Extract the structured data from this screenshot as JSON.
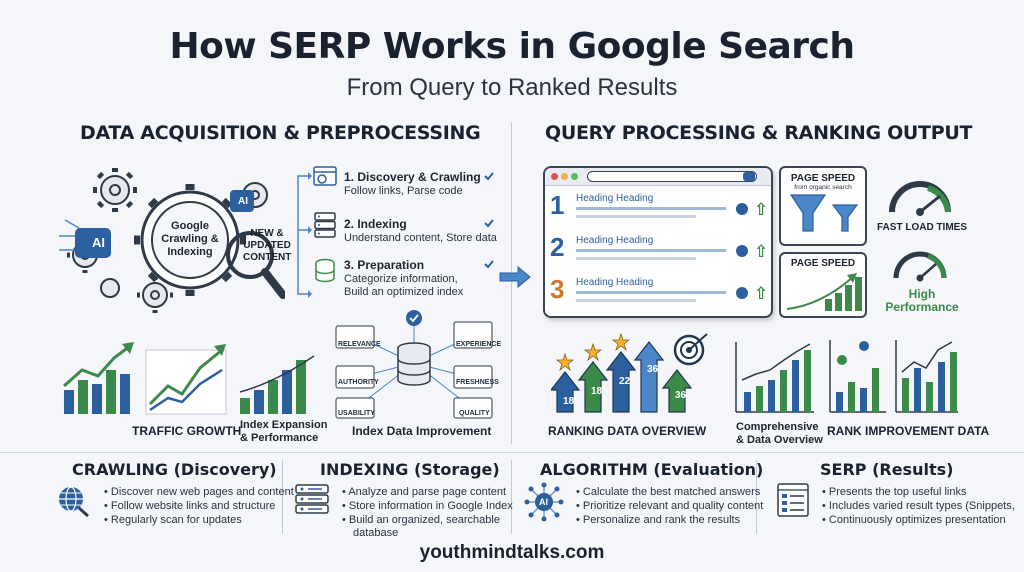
{
  "header": {
    "title": "How SERP Works in Google Search",
    "subtitle": "From Query to Ranked Results"
  },
  "left_section": {
    "heading": "DATA ACQUISITION & PREPROCESSING",
    "gear_label_1": "Google",
    "gear_label_2": "Crawling &",
    "gear_label_3": "Indexing",
    "ai_badge": "AI",
    "new_content_1": "NEW &",
    "new_content_2": "UPDATED",
    "new_content_3": "CONTENT",
    "steps": [
      {
        "title": "1. Discovery & Crawling",
        "desc": "Follow links, Parse code"
      },
      {
        "title": "2. Indexing",
        "desc": "Understand content, Store data"
      },
      {
        "title": "3. Preparation",
        "desc": "Categorize information,",
        "desc2": "Build an optimized index"
      }
    ],
    "traffic_label": "TRAFFIC GROWTH",
    "index_expansion_1": "Index Expansion",
    "index_expansion_2": "& Performance",
    "index_improvement": "Index Data Improvement",
    "hub_labels": {
      "relevance": "RELEVANCE",
      "experience": "EXPERIENCE",
      "authority": "AUTHORITY",
      "freshness": "FRESHNESS",
      "usability": "USABILITY",
      "quality": "QUALITY"
    }
  },
  "right_section": {
    "heading": "QUERY PROCESSING & RANKING OUTPUT",
    "results": [
      {
        "rank": "1",
        "heading": "Heading Heading"
      },
      {
        "rank": "2",
        "heading": "Heading Heading"
      },
      {
        "rank": "3",
        "heading": "Heading Heading"
      }
    ],
    "page_speed_1": "PAGE SPEED",
    "page_speed_1_sub": "from organic search",
    "page_speed_2": "PAGE SPEED",
    "fast_load": "FAST LOAD TIMES",
    "high_perf_1": "High",
    "high_perf_2": "Performance",
    "ranking_overview": "RANKING DATA OVERVIEW",
    "comprehensive_1": "Comprehensive",
    "comprehensive_2": "& Data Overview",
    "rank_improvement": "RANK IMPROVEMENT DATA",
    "arrow_numbers": [
      "18",
      "18",
      "22",
      "36",
      "36"
    ]
  },
  "cards": [
    {
      "title": "CRAWLING (Discovery)",
      "bullets": [
        "Discover new web pages and content",
        "Follow website links and structure",
        "Regularly scan for updates"
      ]
    },
    {
      "title": "INDEXING (Storage)",
      "bullets": [
        "Analyze and parse page content",
        "Store information in Google Index",
        "Build an organized, searchable"
      ],
      "extra": "database"
    },
    {
      "title": "ALGORITHM (Evaluation)",
      "bullets": [
        "Calculate the best matched answers",
        "Prioritize relevant and quality content",
        "Personalize and rank the results"
      ]
    },
    {
      "title": "SERP (Results)",
      "bullets": [
        "Presents the top useful links",
        "Includes varied result types (Snippets,",
        "Continuously optimizes presentation"
      ]
    }
  ],
  "footer": {
    "url": "youthmindtalks.com"
  },
  "colors": {
    "blue": "#2c5f9e",
    "green": "#3b8a4a",
    "navy": "#1a2230",
    "light_blue": "#4a86c8"
  },
  "icons": [
    "gear-icon",
    "magnifier-icon",
    "ai-chip-icon",
    "browser-icon",
    "server-icon",
    "database-icon",
    "check-icon",
    "funnel-icon",
    "gauge-icon",
    "globe-icon",
    "star-icon",
    "target-icon"
  ]
}
